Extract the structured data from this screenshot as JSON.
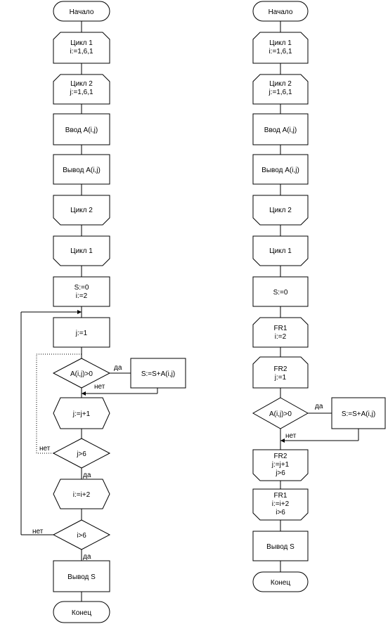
{
  "left": {
    "start": "Начало",
    "loop1_open": [
      "Цикл 1",
      "i:=1,6,1"
    ],
    "loop2_open": [
      "Цикл 2",
      "j:=1,6,1"
    ],
    "input": "Ввод A(i,j)",
    "output_a": "Вывод A(i,j)",
    "loop2_close": "Цикл 2",
    "loop1_close": "Цикл 1",
    "init": [
      "S:=0",
      "i:=2"
    ],
    "set_j": "j:=1",
    "cond_positive": "A(i,j)>0",
    "accumulate": "S:=S+A(i,j)",
    "inc_j": "j:=j+1",
    "cond_j": "j>6",
    "inc_i": "i:=i+2",
    "cond_i": "i>6",
    "output_s": "Вывод S",
    "end": "Конец",
    "yes": "да",
    "no": "нет"
  },
  "right": {
    "start": "Начало",
    "loop1_open": [
      "Цикл 1",
      "i:=1,6,1"
    ],
    "loop2_open": [
      "Цикл 2",
      "j:=1,6,1"
    ],
    "input": "Ввод A(i,j)",
    "output_a": "Вывод A(i,j)",
    "loop2_close": "Цикл 2",
    "loop1_close": "Цикл 1",
    "init": "S:=0",
    "fr1_open": [
      "FR1",
      "i:=2"
    ],
    "fr2_open": [
      "FR2",
      "j:=1"
    ],
    "cond_positive": "A(i,j)>0",
    "accumulate": "S:=S+A(i,j)",
    "fr2_close": [
      "FR2",
      "j:=j+1",
      "j>6"
    ],
    "fr1_close": [
      "FR1",
      "i:=i+2",
      "i>6"
    ],
    "output_s": "Вывод S",
    "end": "Конец",
    "yes": "да",
    "no": "нет"
  }
}
